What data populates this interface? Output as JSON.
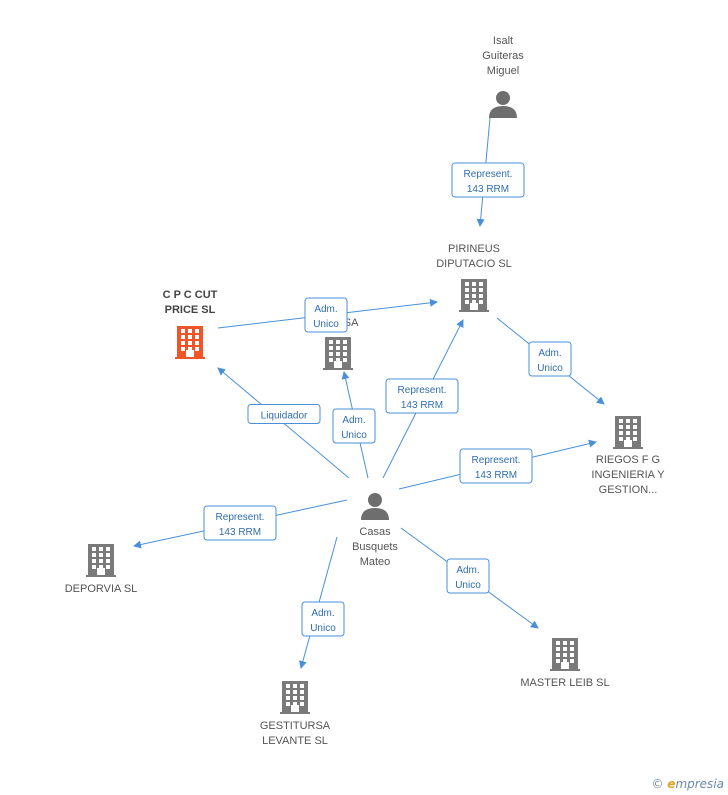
{
  "colors": {
    "edge": "#4a90d9",
    "building": "#7a7a7a",
    "building_highlight": "#f0552a",
    "person": "#6e6e6e"
  },
  "nodes": [
    {
      "id": "isalt",
      "type": "person",
      "label": [
        "Isalt",
        "Guiteras",
        "Miguel"
      ]
    },
    {
      "id": "pirineus",
      "type": "company",
      "label": [
        "PIRINEUS",
        "DIPUTACIO SL"
      ]
    },
    {
      "id": "cpc",
      "type": "company",
      "highlight": true,
      "label": [
        "C P C CUT",
        "PRICE SL"
      ]
    },
    {
      "id": "d4sa",
      "type": "company",
      "label": [
        "D...4 SA"
      ]
    },
    {
      "id": "riegos",
      "type": "company",
      "label": [
        "RIEGOS F G",
        "INGENIERIA Y",
        "GESTION..."
      ]
    },
    {
      "id": "casas",
      "type": "person",
      "label": [
        "Casas",
        "Busquets",
        "Mateo"
      ]
    },
    {
      "id": "deporvia",
      "type": "company",
      "label": [
        "DEPORVIA SL"
      ]
    },
    {
      "id": "gestitursa",
      "type": "company",
      "label": [
        "GESTITURSA",
        "LEVANTE SL"
      ]
    },
    {
      "id": "masterleib",
      "type": "company",
      "label": [
        "MASTER LEIB SL"
      ]
    }
  ],
  "edges": [
    {
      "id": "isalt-pirineus",
      "label": [
        "Represent.",
        "143 RRM"
      ]
    },
    {
      "id": "cpc-pirineus",
      "label": [
        "Adm.",
        "Unico"
      ]
    },
    {
      "id": "pirineus-riegos",
      "label": [
        "Adm.",
        "Unico"
      ]
    },
    {
      "id": "casas-cpc",
      "label": [
        "Liquidador"
      ]
    },
    {
      "id": "casas-d4sa",
      "label": [
        "Adm.",
        "Unico"
      ]
    },
    {
      "id": "casas-pirineus",
      "label": [
        "Represent.",
        "143 RRM"
      ]
    },
    {
      "id": "casas-riegos",
      "label": [
        "Represent.",
        "143 RRM"
      ]
    },
    {
      "id": "casas-deporvia",
      "label": [
        "Represent.",
        "143 RRM"
      ]
    },
    {
      "id": "casas-gestitursa",
      "label": [
        "Adm.",
        "Unico"
      ]
    },
    {
      "id": "casas-masterleib",
      "label": [
        "Adm.",
        "Unico"
      ]
    }
  ],
  "footer": {
    "copyright": "©",
    "brand_initial": "e",
    "brand_rest": "mpresia"
  }
}
